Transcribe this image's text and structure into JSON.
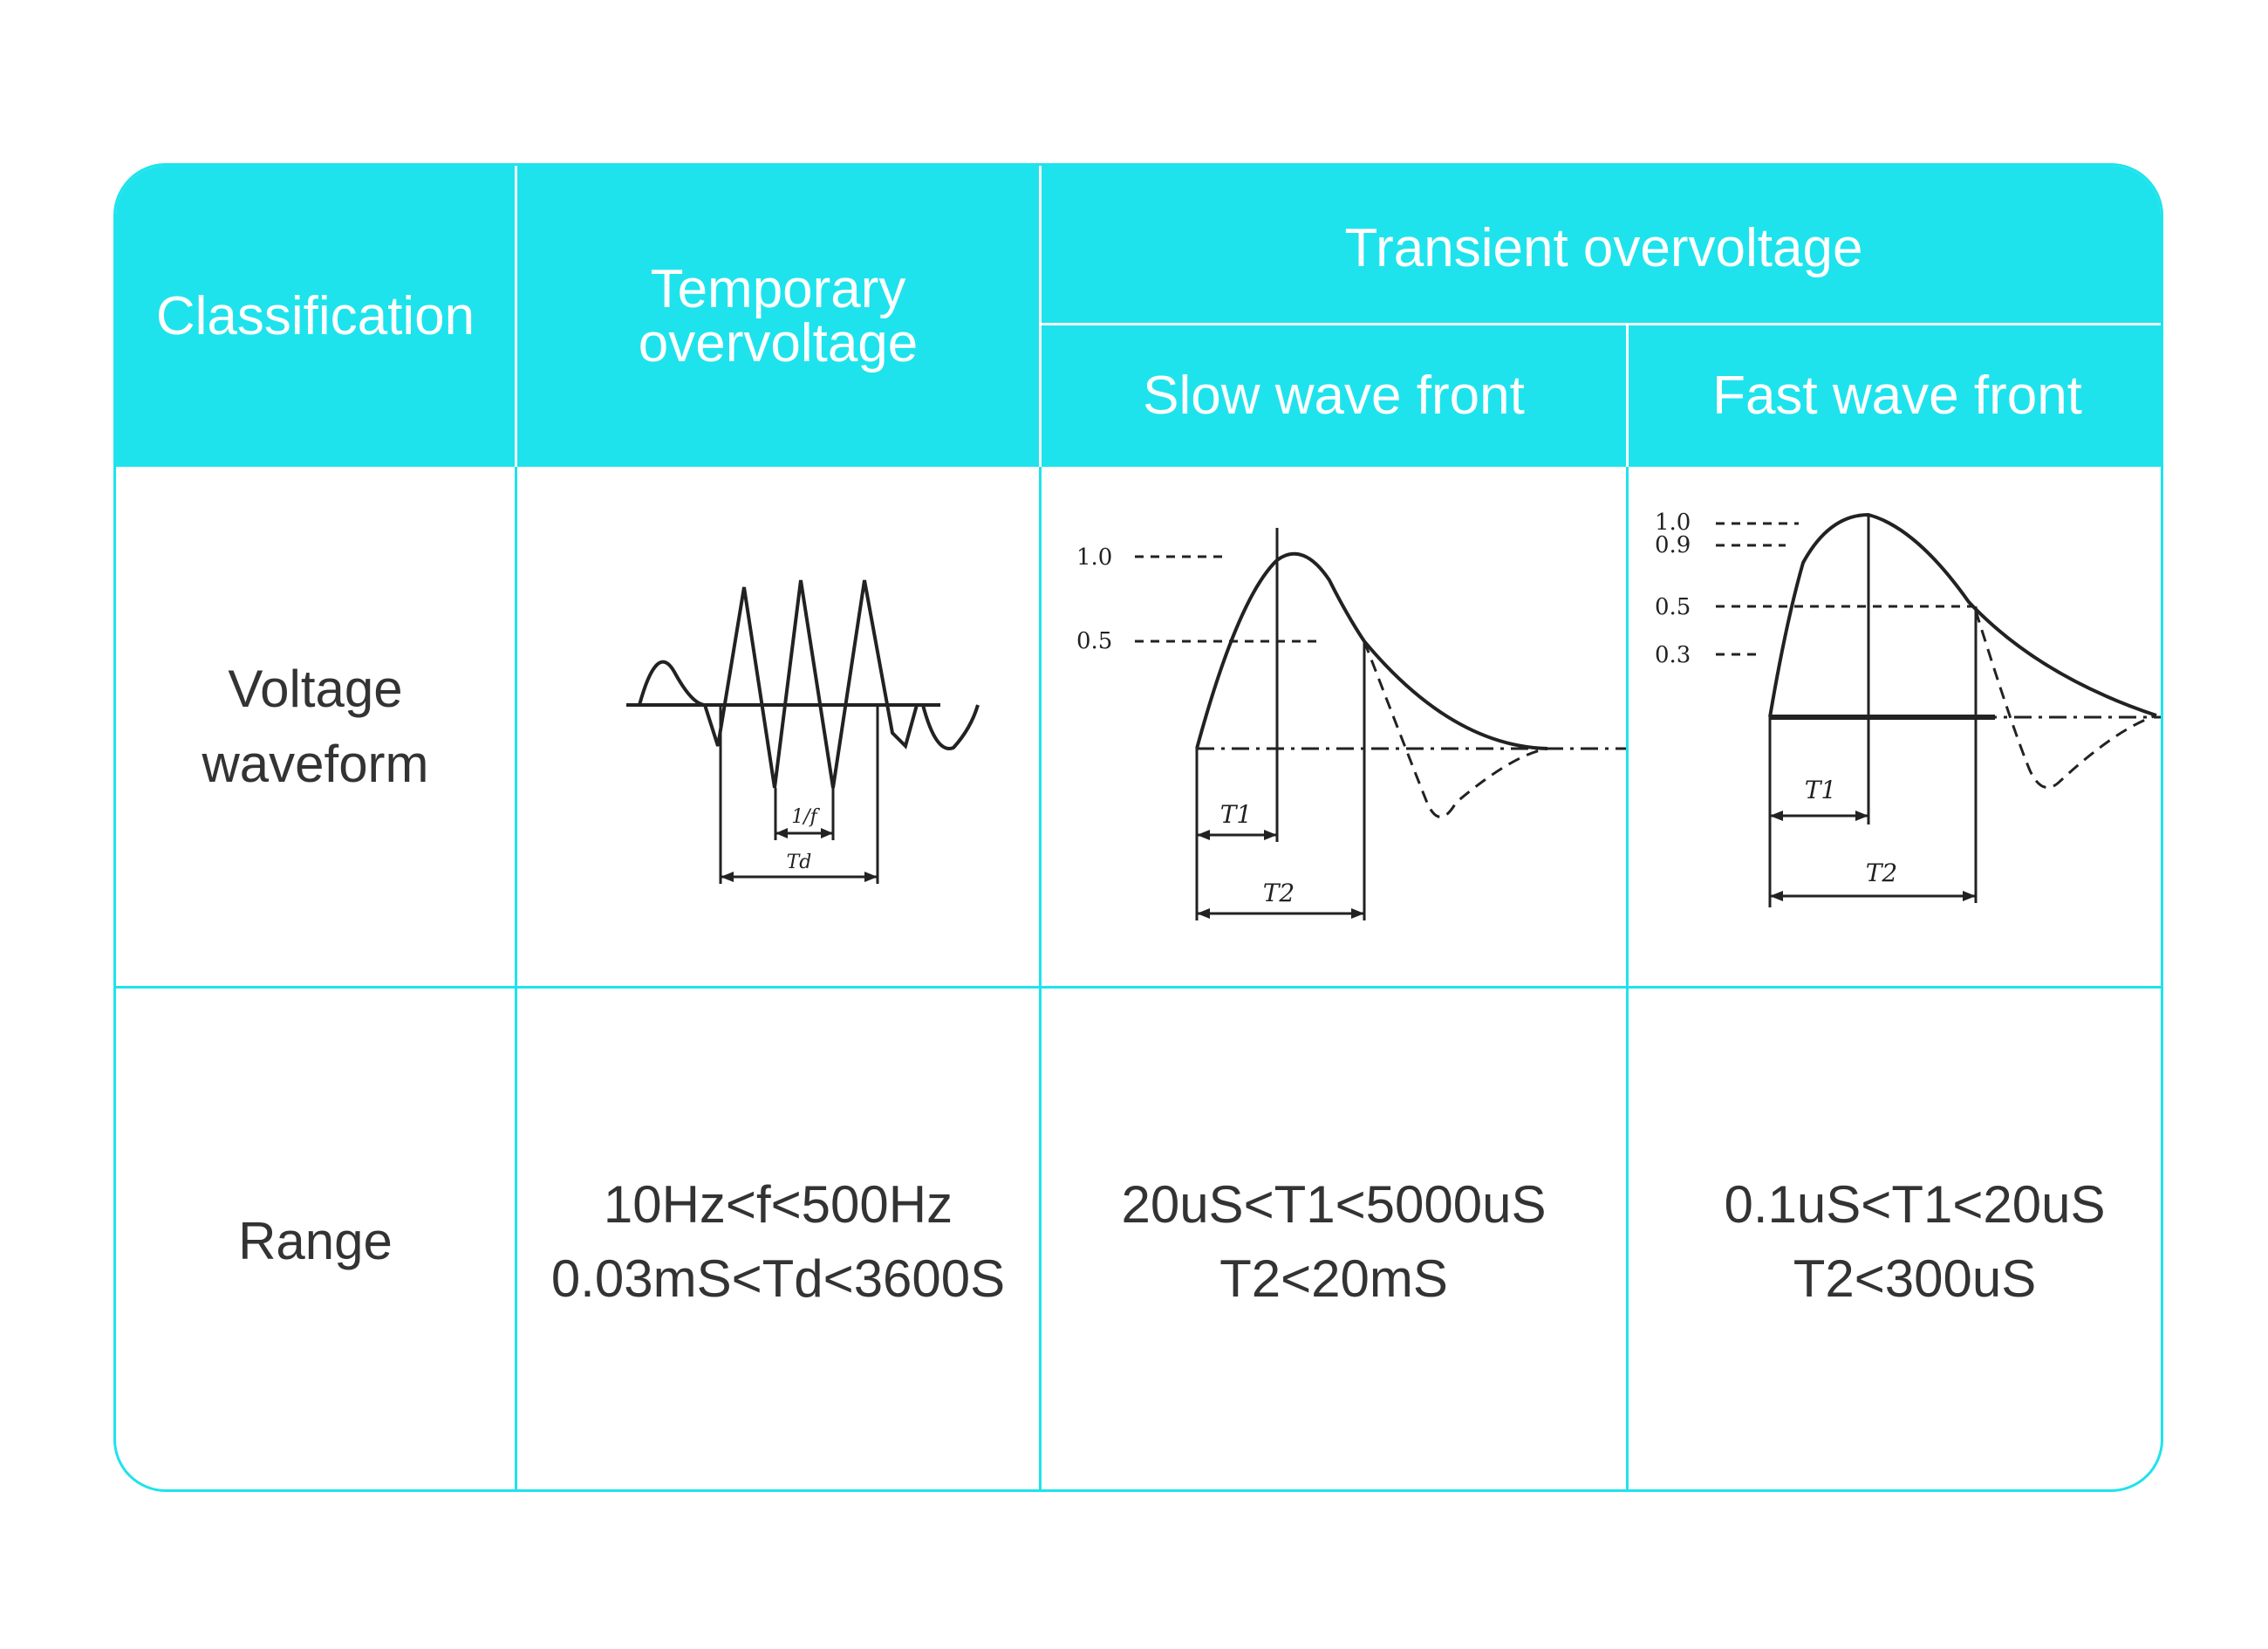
{
  "header": {
    "classification": "Classification",
    "temporary": "Temporary overvoltage",
    "transient": "Transient overvoltage",
    "slow": "Slow wave front",
    "fast": "Fast wave front"
  },
  "rows": {
    "waveform_label": "Voltage waveform",
    "range_label": "Range"
  },
  "ranges": {
    "temporary_line1": "10Hz<f<500Hz",
    "temporary_line2": "0.03mS<Td<3600S",
    "slow_line1": "20uS<T1<5000uS",
    "slow_line2": "T2<20mS",
    "fast_line1": "0.1uS<T1<20uS",
    "fast_line2": "T2<300uS"
  },
  "waveforms": {
    "temporary": {
      "period_label": "1/f",
      "duration_label": "Td"
    },
    "slow": {
      "y_labels": [
        "1.0",
        "0.5"
      ],
      "t1_label": "T1",
      "t2_label": "T2"
    },
    "fast": {
      "y_labels": [
        "1.0",
        "0.9",
        "0.5",
        "0.3"
      ],
      "t1_label": "T1",
      "t2_label": "T2"
    }
  },
  "colors": {
    "accent": "#1ee3ec",
    "header_text": "#ffffff",
    "body_text": "#333333"
  }
}
